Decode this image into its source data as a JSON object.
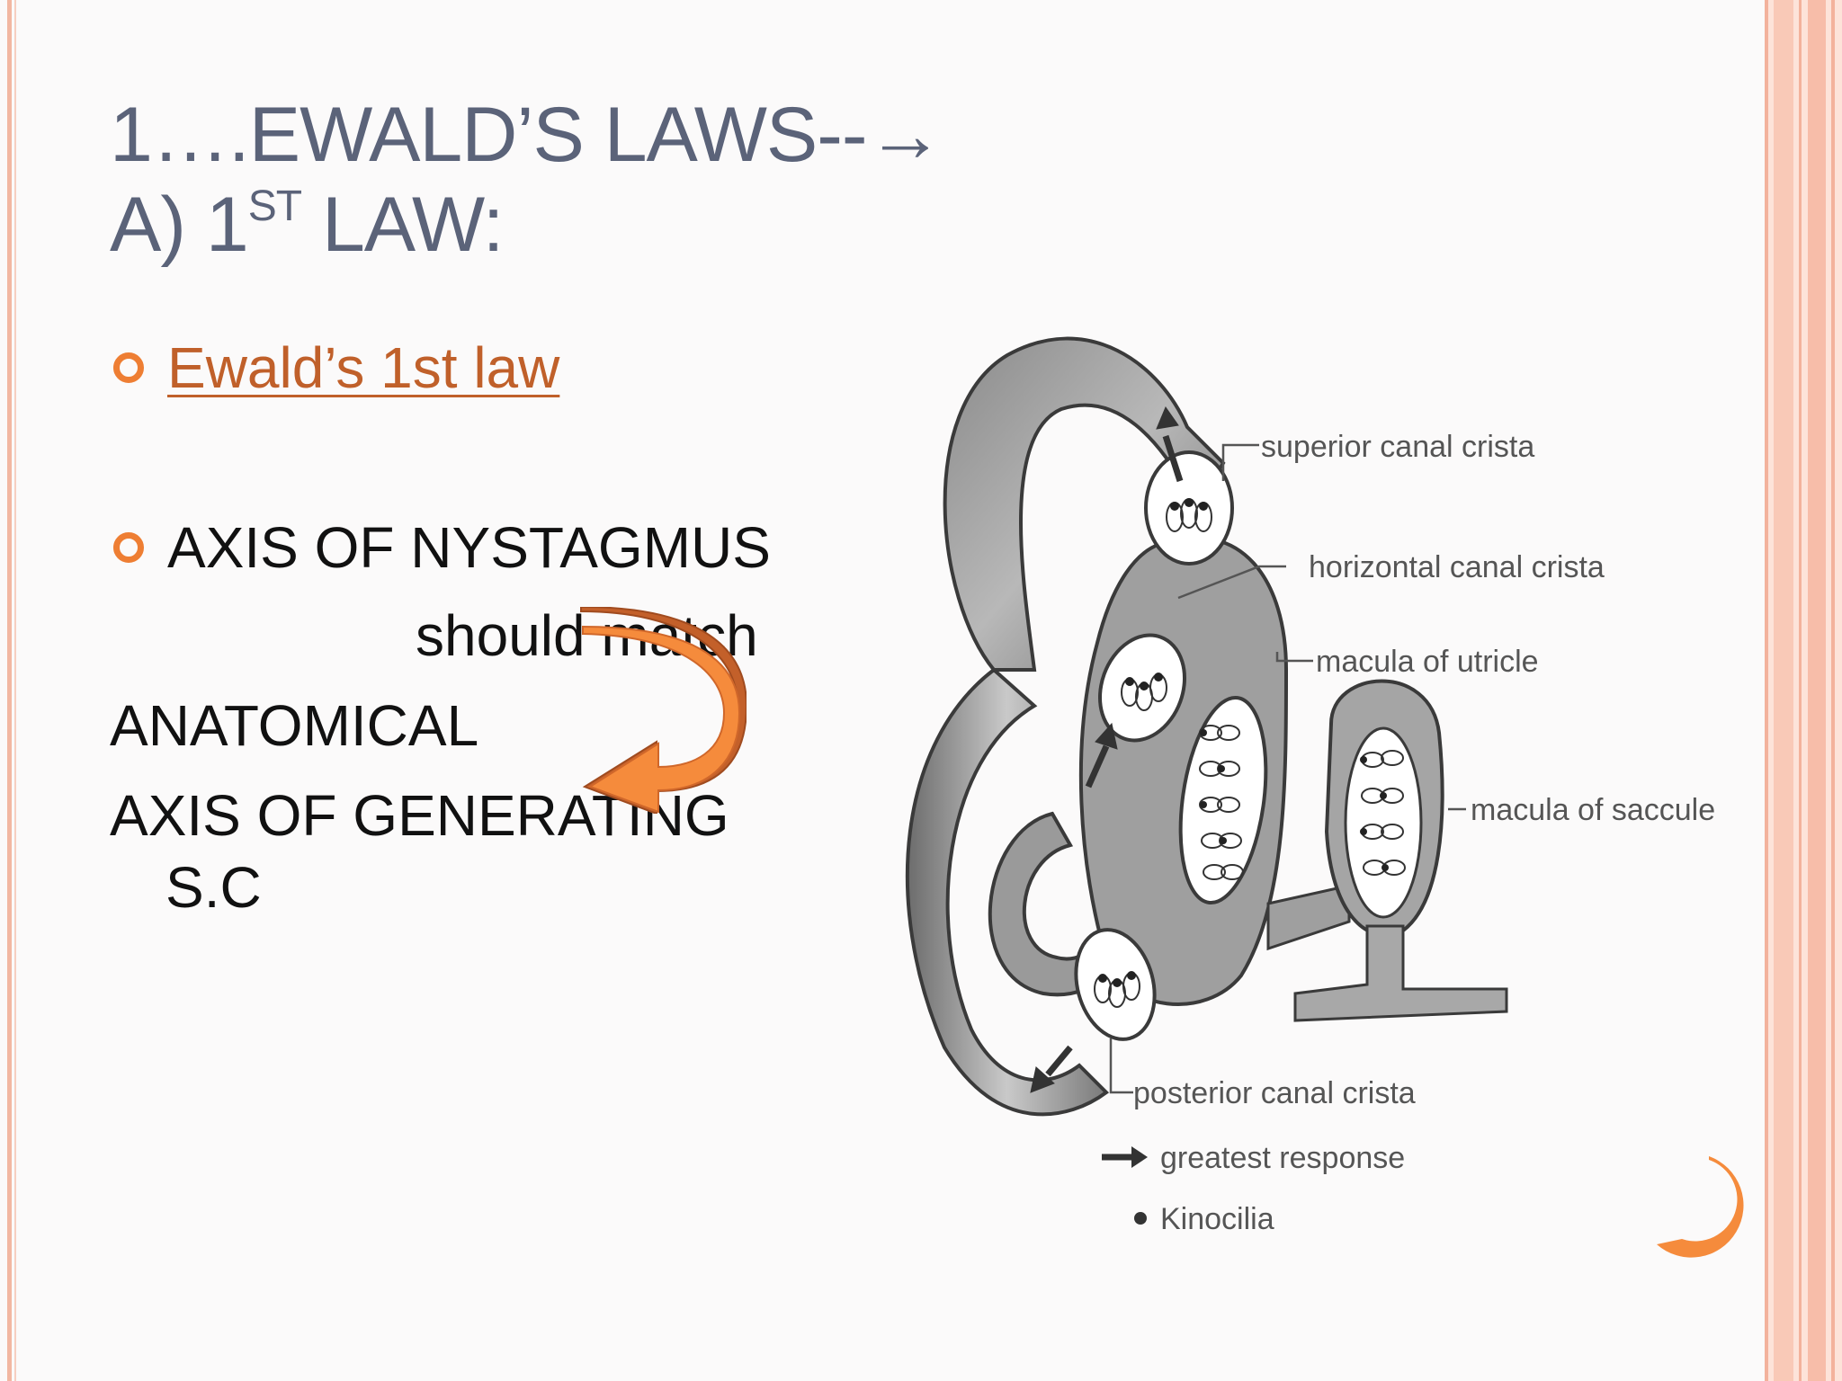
{
  "title": {
    "line1": "1….EWALD’S LAWS--→",
    "line2_prefix": "A) 1",
    "line2_sup": "ST",
    "line2_suffix": " LAW:"
  },
  "bullets": {
    "first_link": "Ewald’s 1st law",
    "second_label": "AXIS OF NYSTAGMUS"
  },
  "body_lines": {
    "should_match": "should match",
    "anatomical": "ANATOMICAL",
    "axis_generating": "AXIS OF GENERATING",
    "sc": "S.C"
  },
  "diagram_labels": {
    "superior": "superior canal crista",
    "horizontal": "horizontal canal crista",
    "utricle": "macula of utricle",
    "saccule": "macula of saccule",
    "posterior": "posterior canal crista",
    "legend_arrow": "greatest response",
    "legend_dot": "Kinocilia"
  },
  "colors": {
    "title": "#5b6379",
    "accent": "#ee7e33",
    "link": "#c0602a",
    "arrow_dark": "#c3602a",
    "arrow_light": "#f58b3c"
  }
}
